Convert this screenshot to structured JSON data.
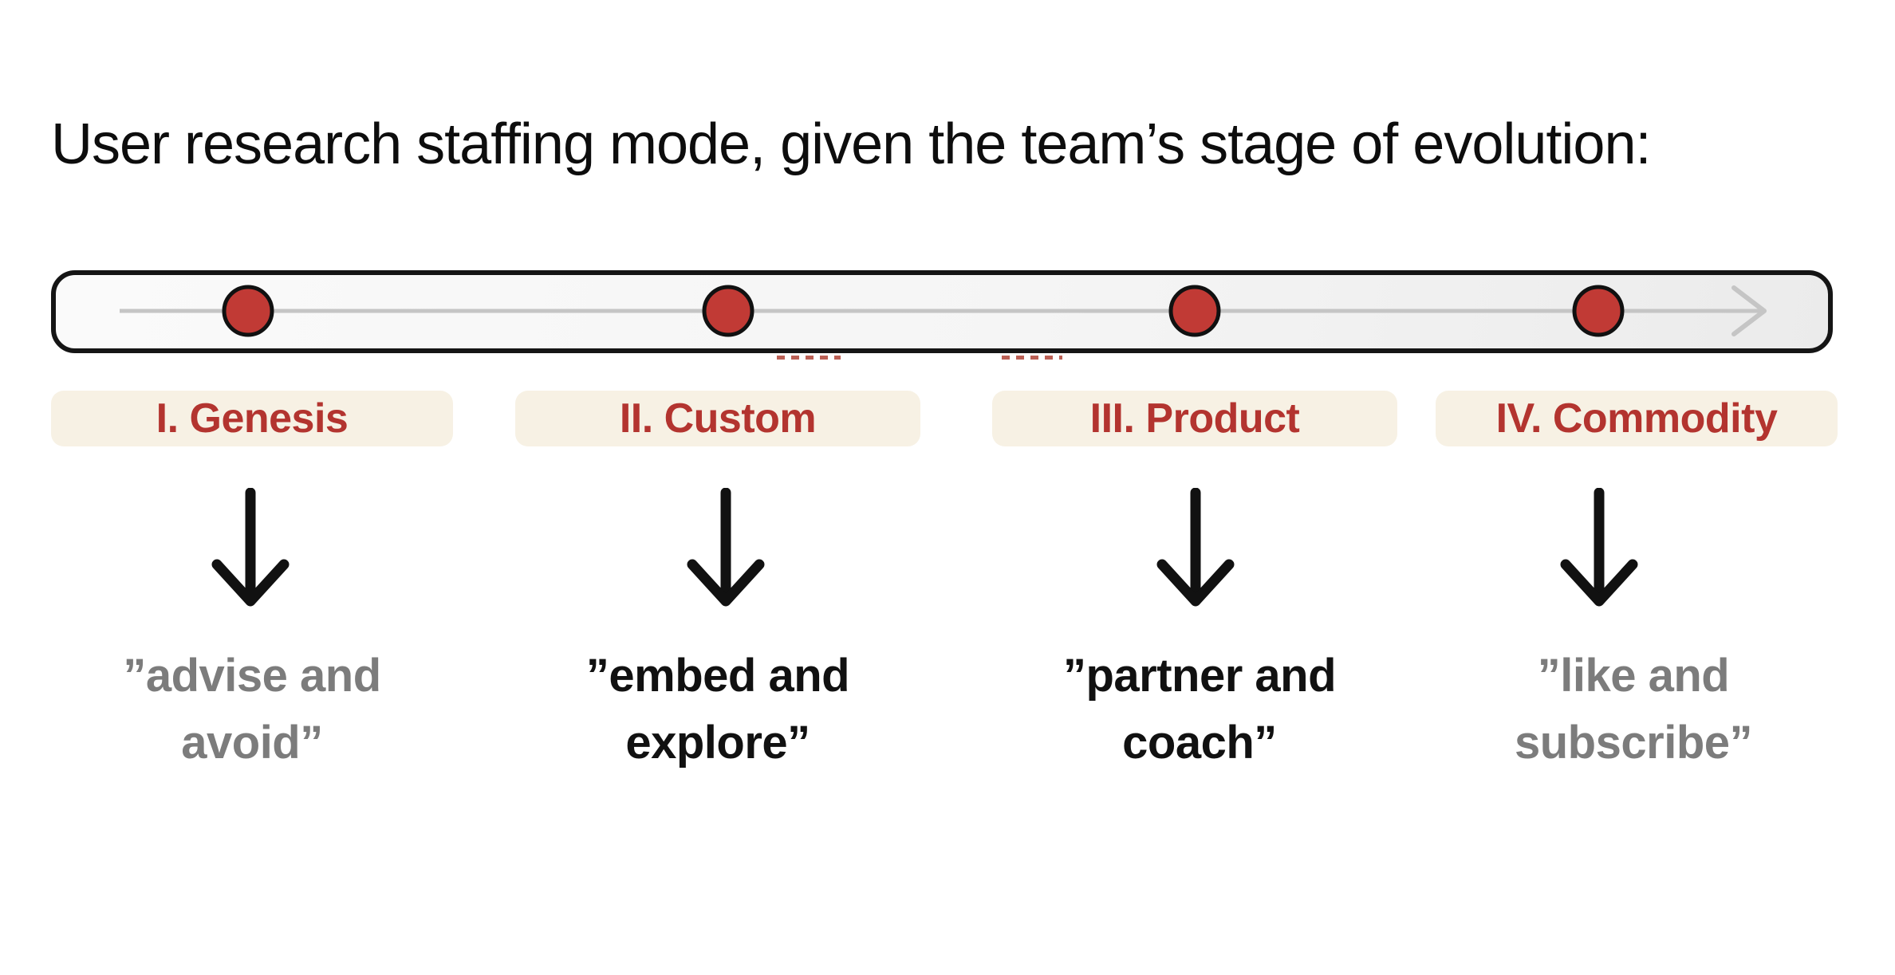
{
  "title": "User research staffing mode, given the team’s stage of evolution:",
  "colors": {
    "ink": "#111111",
    "title-ink": "#0d0d0d",
    "stage-red": "#b3342f",
    "dot-red": "#c13a35",
    "pill-bg": "#f7f1e4",
    "bar-border": "#151515",
    "bar-bg-start": "#fafafa",
    "bar-bg-end": "#ebebeb",
    "axis-gray": "#c5c5c5",
    "muted-gray": "#7c7c7c",
    "dash-red": "#bc6055"
  },
  "timeline": {
    "direction": "left-to-right",
    "dot_count": 4,
    "arrow_icon": "right-arrow"
  },
  "stages": [
    {
      "label": "I. Genesis",
      "quote_line1": "”advise and",
      "quote_line2": "avoid”",
      "tone": "muted"
    },
    {
      "label": "II. Custom",
      "quote_line1": "”embed and",
      "quote_line2": "explore”",
      "tone": "strong"
    },
    {
      "label": "III. Product",
      "quote_line1": "”partner and",
      "quote_line2": "coach”",
      "tone": "strong"
    },
    {
      "label": "IV. Commodity",
      "quote_line1": "”like and",
      "quote_line2": "subscribe”",
      "tone": "muted"
    }
  ]
}
